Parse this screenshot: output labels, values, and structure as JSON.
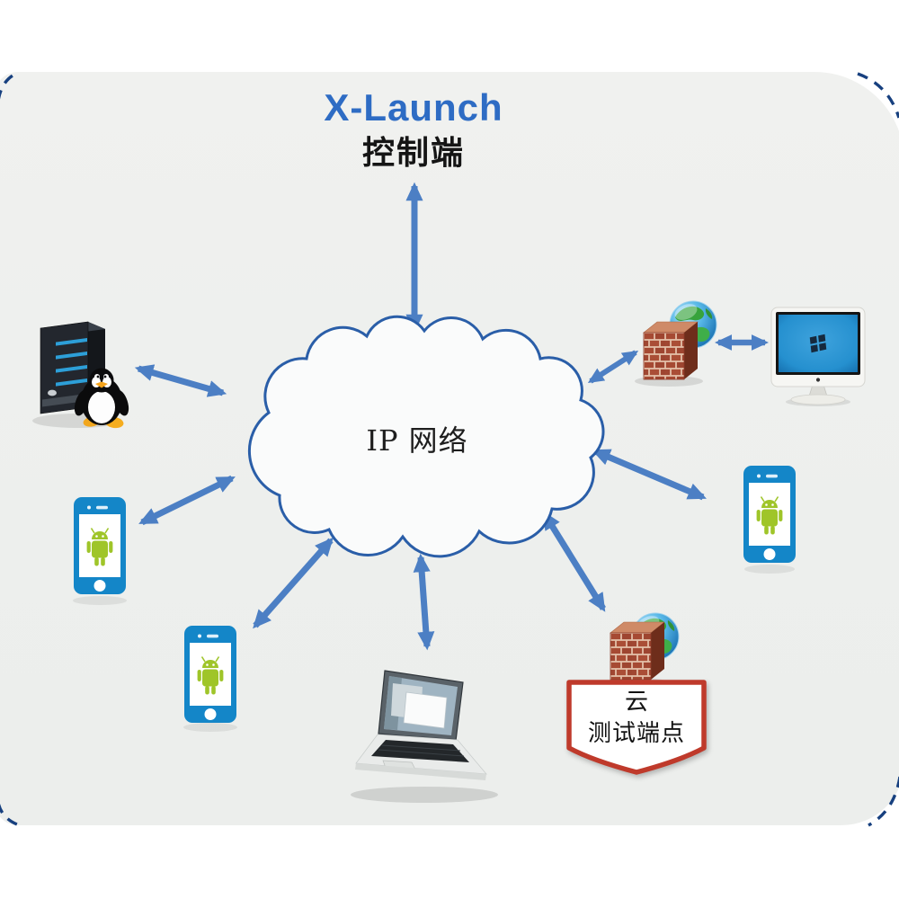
{
  "header": {
    "brand": "X-Launch",
    "brand_color": "#2e6cc4",
    "subtitle": "控制端"
  },
  "cloud": {
    "label": "IP 网络",
    "outline_color": "#2a5ea8"
  },
  "banner": {
    "line1": "云",
    "line2": "测试端点",
    "border_color": "#bf3a2b"
  },
  "nodes": [
    {
      "id": "control-terminal",
      "icon": "none"
    },
    {
      "id": "ip-network-cloud",
      "icon": "cloud-outline-icon"
    },
    {
      "id": "linux-server",
      "icon": "server-tower-tux-icon"
    },
    {
      "id": "android-phone-left",
      "icon": "android-phone-icon"
    },
    {
      "id": "android-phone-bottom-left",
      "icon": "android-phone-icon"
    },
    {
      "id": "laptop",
      "icon": "laptop-icon"
    },
    {
      "id": "firewall-bottom-right",
      "icon": "firewall-globe-icon"
    },
    {
      "id": "android-phone-right",
      "icon": "android-phone-icon"
    },
    {
      "id": "firewall-top-right",
      "icon": "firewall-globe-icon"
    },
    {
      "id": "windows-monitor",
      "icon": "desktop-monitor-windows-icon"
    }
  ],
  "connections": [
    {
      "from": "control-terminal",
      "to": "ip-network-cloud"
    },
    {
      "from": "ip-network-cloud",
      "to": "linux-server"
    },
    {
      "from": "ip-network-cloud",
      "to": "android-phone-left"
    },
    {
      "from": "ip-network-cloud",
      "to": "android-phone-bottom-left"
    },
    {
      "from": "ip-network-cloud",
      "to": "laptop"
    },
    {
      "from": "ip-network-cloud",
      "to": "firewall-bottom-right"
    },
    {
      "from": "ip-network-cloud",
      "to": "android-phone-right"
    },
    {
      "from": "ip-network-cloud",
      "to": "firewall-top-right"
    },
    {
      "from": "firewall-top-right",
      "to": "windows-monitor"
    }
  ],
  "colors": {
    "arrow_blue": "#4c7fc4",
    "dashed_border": "#17407f",
    "phone_blue": "#1486c8",
    "android_green": "#9fc529",
    "brick_red": "#a64a33",
    "panel_gray": "#edefee"
  }
}
